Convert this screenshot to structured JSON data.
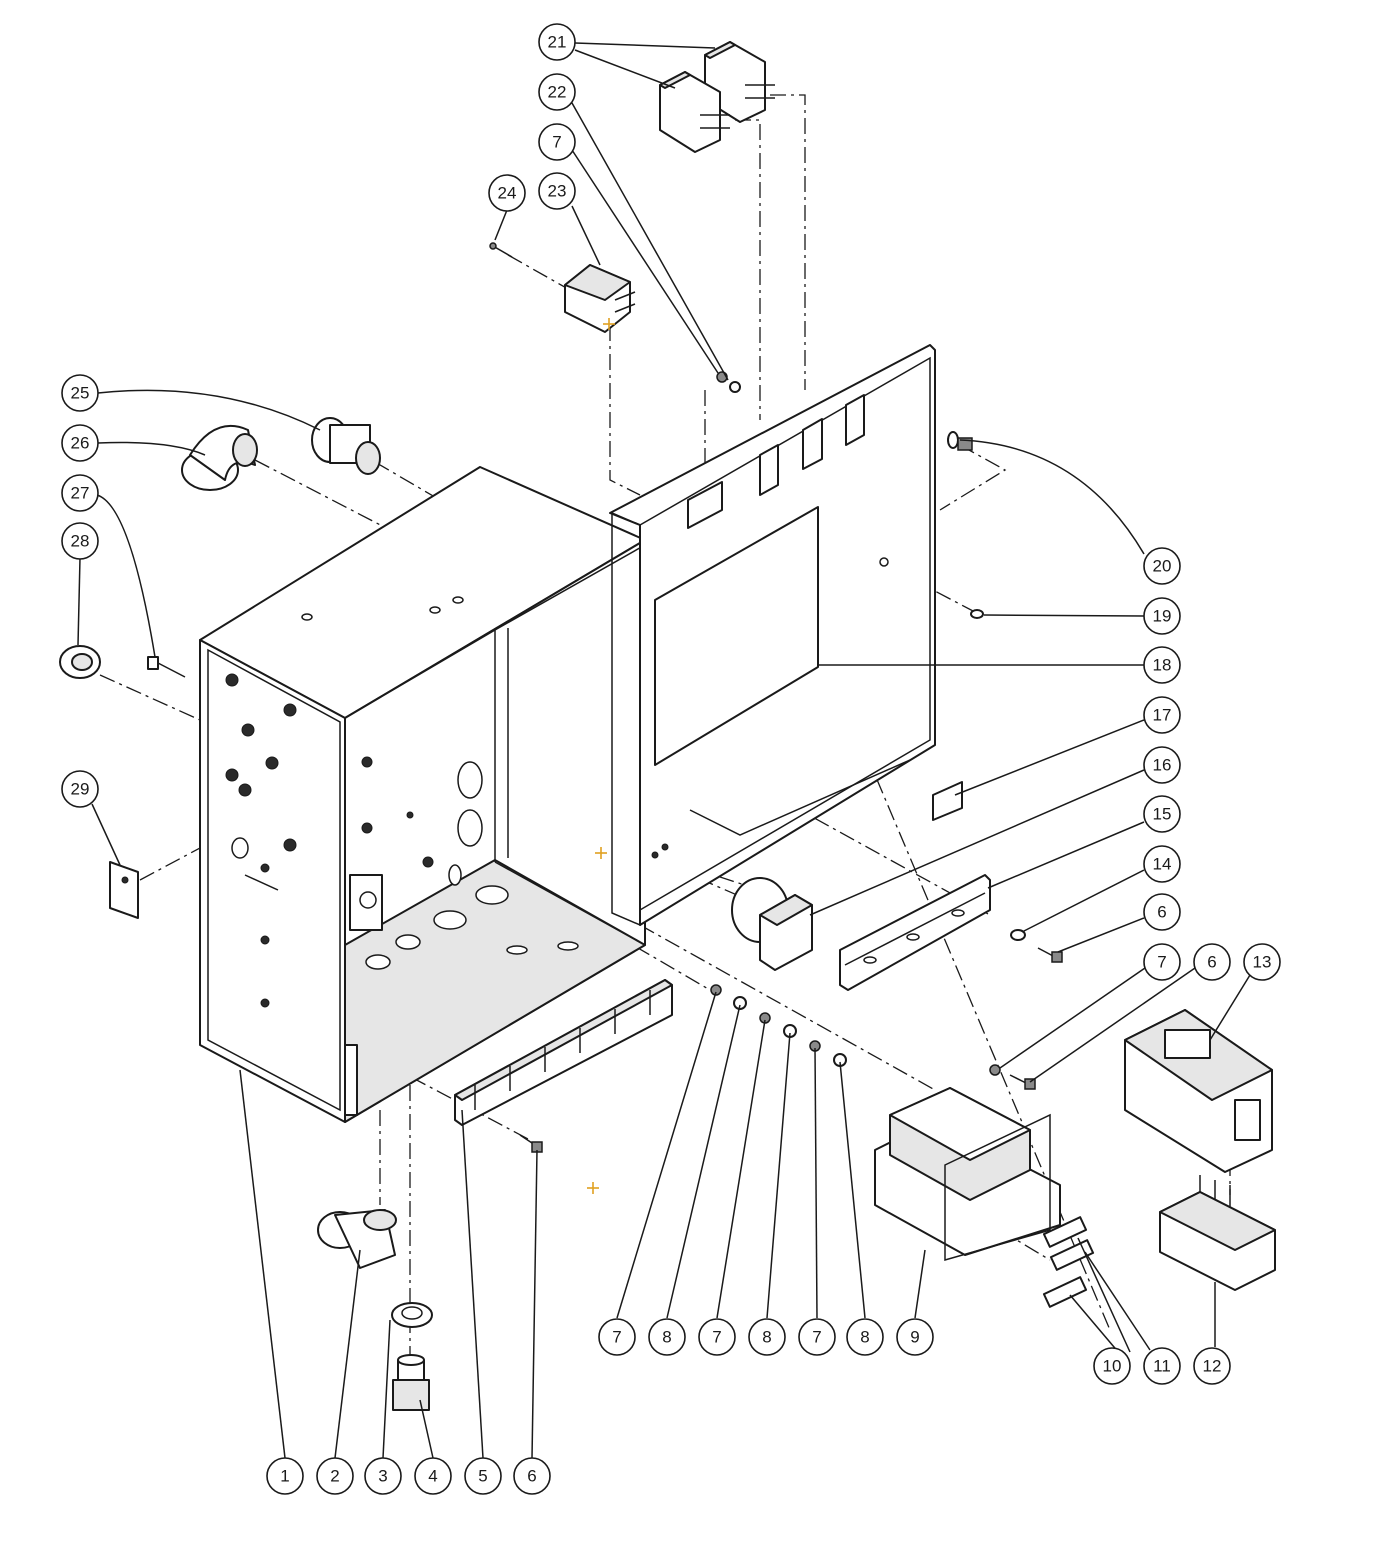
{
  "diagram": {
    "type": "exploded-parts-view",
    "callouts": [
      {
        "label": "1"
      },
      {
        "label": "2"
      },
      {
        "label": "3"
      },
      {
        "label": "4"
      },
      {
        "label": "5"
      },
      {
        "label": "6"
      },
      {
        "label": "7"
      },
      {
        "label": "8"
      },
      {
        "label": "7"
      },
      {
        "label": "8"
      },
      {
        "label": "7"
      },
      {
        "label": "8"
      },
      {
        "label": "9"
      },
      {
        "label": "10"
      },
      {
        "label": "11"
      },
      {
        "label": "12"
      },
      {
        "label": "7"
      },
      {
        "label": "6"
      },
      {
        "label": "13"
      },
      {
        "label": "6"
      },
      {
        "label": "14"
      },
      {
        "label": "15"
      },
      {
        "label": "16"
      },
      {
        "label": "17"
      },
      {
        "label": "18"
      },
      {
        "label": "19"
      },
      {
        "label": "20"
      },
      {
        "label": "21"
      },
      {
        "label": "22"
      },
      {
        "label": "7"
      },
      {
        "label": "23"
      },
      {
        "label": "24"
      },
      {
        "label": "25"
      },
      {
        "label": "26"
      },
      {
        "label": "27"
      },
      {
        "label": "28"
      },
      {
        "label": "29"
      }
    ]
  }
}
